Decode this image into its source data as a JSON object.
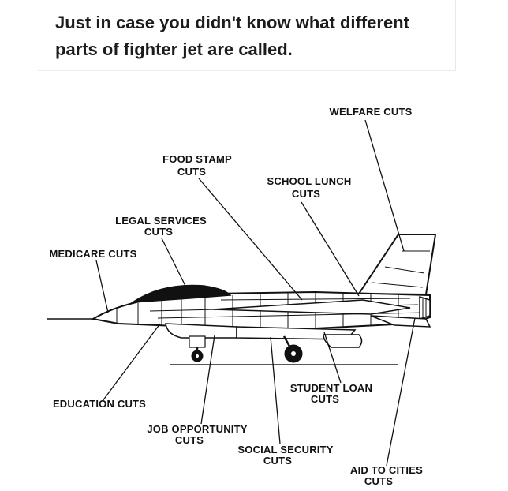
{
  "caption": {
    "line1": "Just in case you didn't know what different",
    "line2": "parts of fighter jet are called."
  },
  "labels": {
    "welfare": "WELFARE CUTS",
    "food_stamp_1": "FOOD STAMP",
    "food_stamp_2": "CUTS",
    "school_lunch_1": "SCHOOL LUNCH",
    "school_lunch_2": "CUTS",
    "legal_services_1": "LEGAL SERVICES",
    "legal_services_2": "CUTS",
    "medicare": "MEDICARE CUTS",
    "education": "EDUCATION CUTS",
    "job_opportunity_1": "JOB OPPORTUNITY",
    "job_opportunity_2": "CUTS",
    "student_loan_1": "STUDENT LOAN",
    "student_loan_2": "CUTS",
    "social_security_1": "SOCIAL SECURITY",
    "social_security_2": "CUTS",
    "aid_to_cities_1": "AID TO CITIES",
    "aid_to_cities_2": "CUTS"
  }
}
